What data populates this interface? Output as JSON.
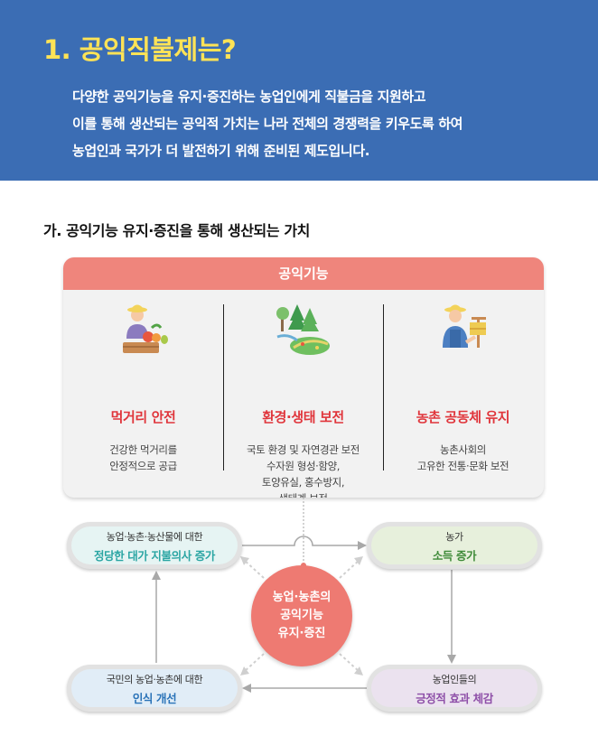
{
  "header": {
    "title": "1. 공익직불제는?",
    "desc_lines": [
      "다양한 공익기능을 유지·증진하는 농업인에게 직불금을 지원하고",
      "이를 통해 생산되는 공익적 가치는 나라 전체의 경쟁력을 키우도록 하여",
      "농업인과 국가가 더 발전하기 위해 준비된 제도입니다."
    ]
  },
  "section": {
    "title": "가. 공익기능 유지·증진을 통해 생산되는 가치"
  },
  "functions": {
    "header": "공익기능",
    "items": [
      {
        "icon": "farmer-produce-icon",
        "title": "먹거리 안전",
        "desc": [
          "건강한 먹거리를",
          "안정적으로 공급"
        ]
      },
      {
        "icon": "forest-landscape-icon",
        "title": "환경·생태 보전",
        "desc": [
          "국토 환경 및 자연경관 보전",
          "수자원 형성·함양,",
          "토양유실, 홍수방지,",
          "생태계 보전"
        ]
      },
      {
        "icon": "farmer-community-icon",
        "title": "농촌 공동체 유지",
        "desc": [
          "농촌사회의",
          "고유한 전통·문화 보전"
        ]
      }
    ]
  },
  "cycle": {
    "center": [
      "농업·농촌의",
      "공익기능",
      "유지·증진"
    ],
    "top_left": {
      "line1": "농업·농촌·농산물에 대한",
      "line2": "정당한 대가 지불의사 증가",
      "color": "#2aa5a3"
    },
    "top_right": {
      "line1": "농가",
      "line2": "소득 증가",
      "color": "#3e8a38"
    },
    "bottom_right": {
      "line1": "농업인들의",
      "line2": "긍정적 효과 체감",
      "color": "#8e4fa8"
    },
    "bottom_left": {
      "line1": "국민의 농업·농촌에 대한",
      "line2": "인식 개선",
      "color": "#2a73b8"
    }
  },
  "colors": {
    "header_bg": "#3b6db4",
    "title_yellow": "#ffe356",
    "accent_red": "#e0353b",
    "salmon": "#ef857c"
  }
}
